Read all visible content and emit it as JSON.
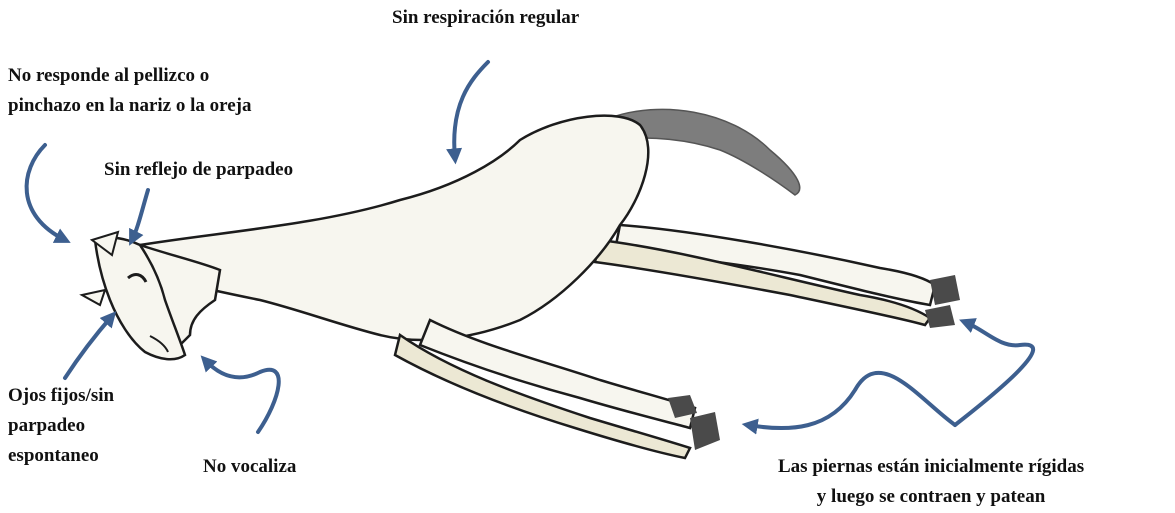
{
  "labels": {
    "respiration": "Sin respiración regular",
    "pinch": [
      "No responde al pellizco o",
      "pinchazo en la nariz o la oreja"
    ],
    "blink": "Sin reflejo de parpadeo",
    "eyes": [
      "Ojos fijos/sin",
      "parpadeo",
      "espontaneo"
    ],
    "vocal": "No vocaliza",
    "legs": [
      "Las piernas están inicialmente rígidas",
      "y luego se contraen y patean"
    ]
  },
  "colors": {
    "arrow": "#3d5f8f",
    "body": "#f7f6ef",
    "outline": "#1c1c1c",
    "shade": "#ece8d4",
    "tail": "#7d7d7d",
    "hoof": "#4a4a4a"
  }
}
